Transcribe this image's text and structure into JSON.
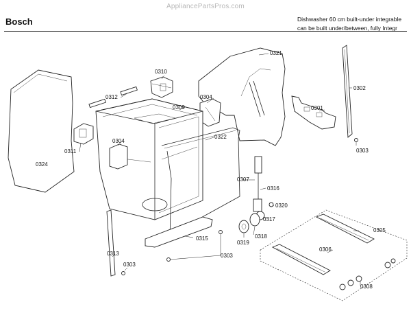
{
  "watermark": "AppliancePartsPros.com",
  "brand": "Bosch",
  "description": {
    "line1": "Dishwasher 60 cm built-under integrable",
    "line2": "can be built under/between, fully Integr"
  },
  "callouts": {
    "c0321": "0321",
    "c0310": "0310",
    "c0302": "0302",
    "c0312": "0312",
    "c0309": "0309",
    "c0304a": "0304",
    "c0301": "0301",
    "c0311": "0311",
    "c0304b": "0304",
    "c0322": "0322",
    "c0303a": "0303",
    "c0324": "0324",
    "c0307": "0307",
    "c0316": "0316",
    "c0320": "0320",
    "c0317": "0317",
    "c0305": "0305",
    "c0315": "0315",
    "c0319": "0319",
    "c0318": "0318",
    "c0306": "0306",
    "c0313": "0313",
    "c0303b": "0303",
    "c0303c": "0303",
    "c0308": "0308"
  }
}
